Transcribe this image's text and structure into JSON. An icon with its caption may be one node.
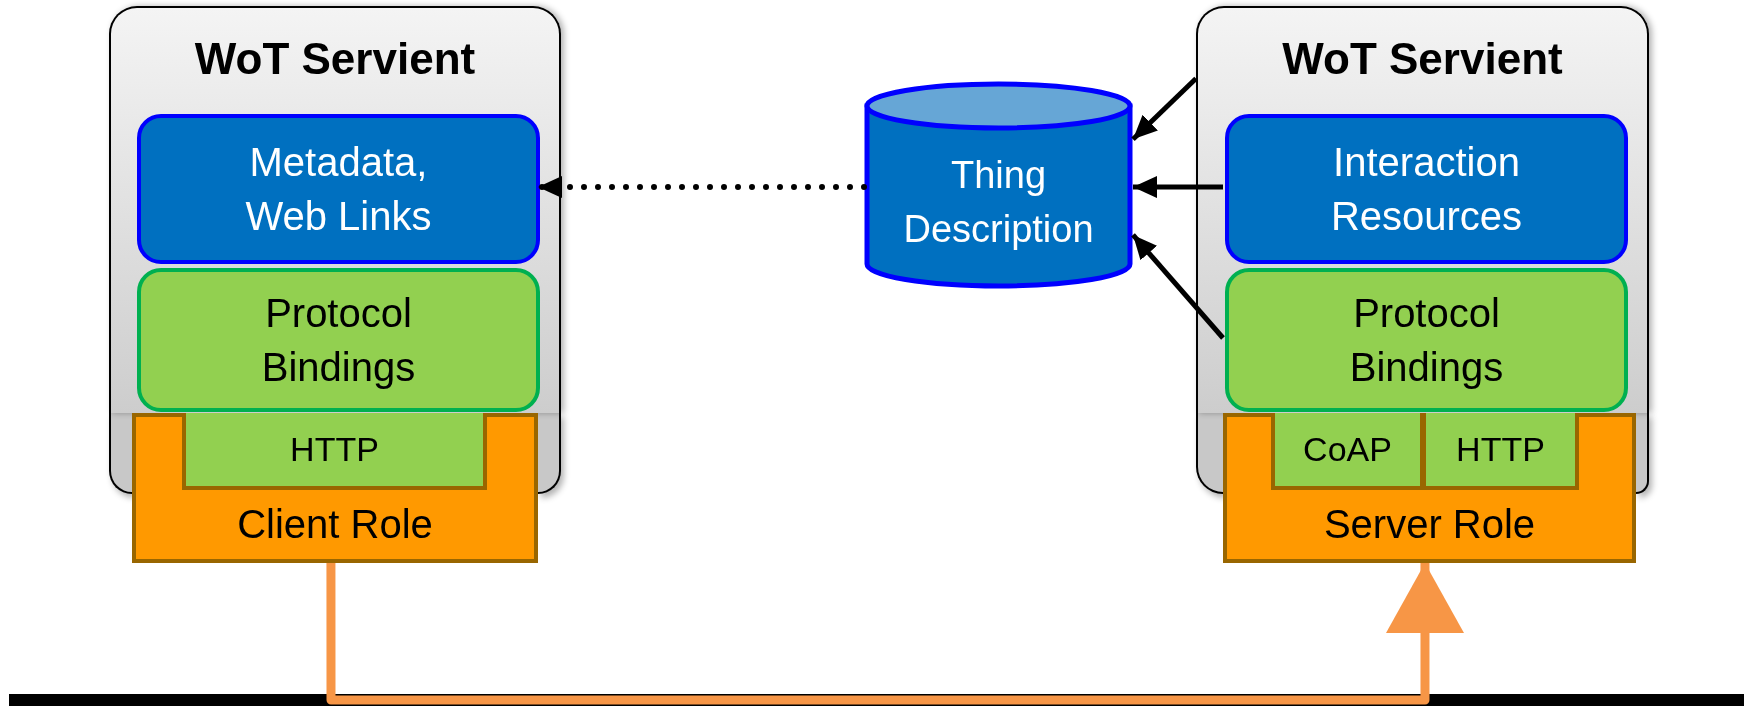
{
  "diagram": {
    "nodes": [
      {
        "text": [
          "WoT Servient"
        ]
      },
      {
        "text": [
          "Metadata, Web Links"
        ],
        "in": 0
      },
      {
        "text": [
          "Protocol Bindings"
        ],
        "in": 0
      },
      {
        "text": [
          "Client Role"
        ]
      },
      {
        "text": [
          "HTTP"
        ],
        "in": 3
      },
      {
        "text": [
          "Thing Description"
        ]
      },
      {
        "text": [
          "WoT Servient"
        ]
      },
      {
        "text": [
          "Interaction Resources"
        ],
        "in": 6
      },
      {
        "text": [
          "Protocol Bindings"
        ],
        "in": 6
      },
      {
        "text": [
          "Server Role"
        ]
      },
      {
        "text": [
          "CoAP"
        ],
        "in": 9
      },
      {
        "text": [
          "HTTP"
        ],
        "in": 9
      }
    ],
    "edges": [
      {
        "from": 5,
        "to": 1,
        "arrow": "to",
        "style": "dashed"
      },
      {
        "from": 6,
        "to": 5,
        "arrow": "to"
      },
      {
        "from": 7,
        "to": 5,
        "arrow": "to"
      },
      {
        "from": 8,
        "to": 5,
        "arrow": "to"
      },
      {
        "from": 3,
        "to": 9,
        "arrow": "to",
        "style": "thick",
        "color": "#f79646"
      }
    ]
  }
}
